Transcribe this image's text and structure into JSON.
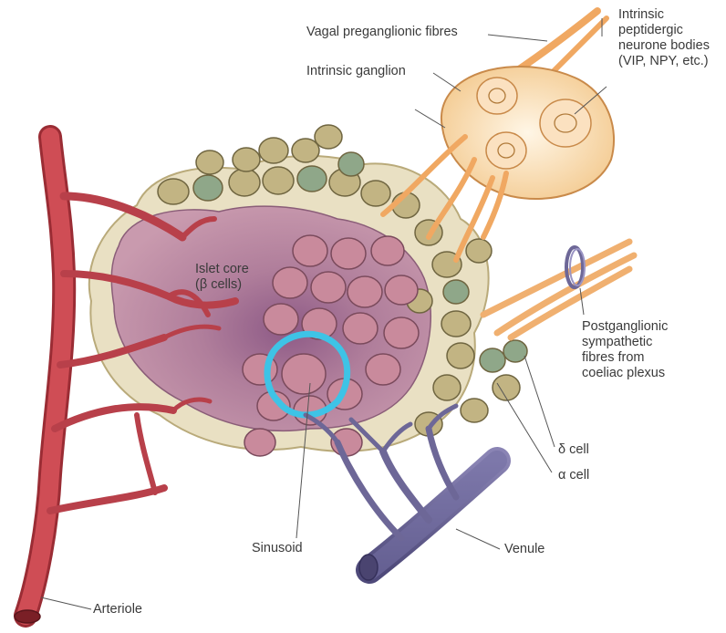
{
  "labels": {
    "vagal": "Vagal preganglionic fibres",
    "intrinsic_neurone": "Intrinsic\npeptidergic\nneurone bodies\n(VIP, NPY, etc.)",
    "ganglion": "Intrinsic ganglion",
    "islet_core": "Islet core\n(β cells)",
    "postganglionic": "Postganglionic\nsympathetic\nfibres from\ncoeliac plexus",
    "delta": "δ cell",
    "alpha": "α cell",
    "sinusoid": "Sinusoid",
    "venule": "Venule",
    "arteriole": "Arteriole"
  },
  "colors": {
    "artery": "#c8444c",
    "artery_dark": "#9a2c34",
    "islet_core": "#b6839b",
    "beta_cell": "#c9899a",
    "alpha_cell": "#b3a575",
    "delta_cell": "#7f9a78",
    "mantle": "#e8dfc0",
    "nerve": "#f2b06e",
    "ganglion": "#f9e4c6",
    "venule": "#6d6797",
    "sinusoid": "#3ec3e6",
    "label_text": "#3a3a3a"
  }
}
